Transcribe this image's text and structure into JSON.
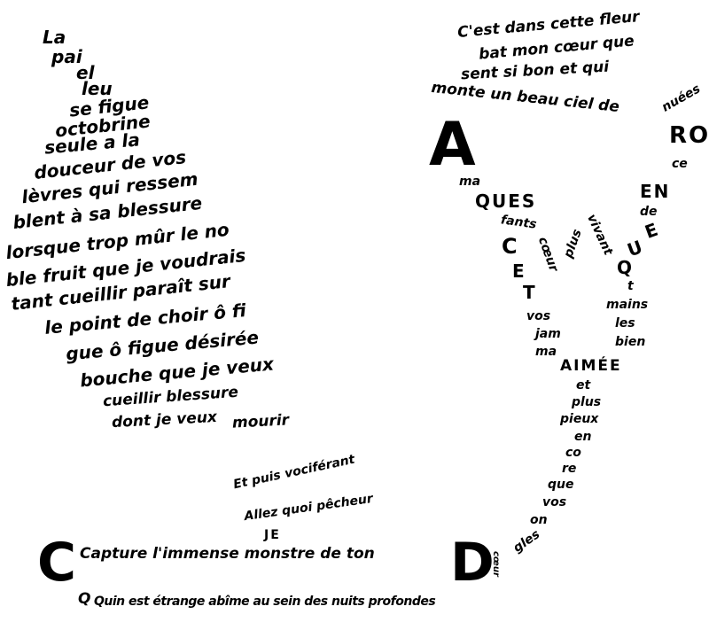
{
  "pear": [
    "La",
    "pai",
    "el",
    "leu",
    "se figue",
    "octobrine",
    "seule a la",
    "douceur de vos",
    "lèvres qui ressem",
    "blent à sa blessure",
    "lorsque trop mûr le no",
    "ble fruit que je voudrais",
    "tant cueillir paraît sur",
    "le point de choir ô fi",
    "gue ô figue désirée",
    "bouche que je veux",
    "cueillir blessure",
    "dont je veux",
    "mourir"
  ],
  "flower_top": [
    "C'est dans cette fleur",
    "bat mon cœur que",
    "sent si bon et qui",
    "monte un beau ciel de",
    "nuées"
  ],
  "flower": {
    "A": "A",
    "RO": "RO",
    "ce": "ce",
    "EN": "EN",
    "de": "de",
    "E": "E",
    "U": "U",
    "Q": "Q",
    "t": "t",
    "ma": "ma",
    "QUES": "QUES",
    "fants": "fants",
    "C": "C",
    "E2": "E",
    "T": "T",
    "coeur": "cœur",
    "plus": "plus",
    "vivant": "vivant",
    "mains": "mains",
    "les": "les",
    "bien": "bien",
    "vos": "vos",
    "jam": "jam",
    "ma2": "ma",
    "aimee": "AIMÉE"
  },
  "stem": [
    "et",
    "plus",
    "pieux",
    "en",
    "co",
    "re",
    "que",
    "vos",
    "on",
    "gles"
  ],
  "bottom": {
    "line1": "Et puis vociférant",
    "line2": "Allez quoi pêcheur",
    "line3": "JE",
    "capture": "Capture l'immense monstre de ton",
    "quin": "Quin est étrange abîme au sein des nuits profondes",
    "C": "C",
    "Q": "Q",
    "D": "D",
    "coeur": "cœur"
  }
}
